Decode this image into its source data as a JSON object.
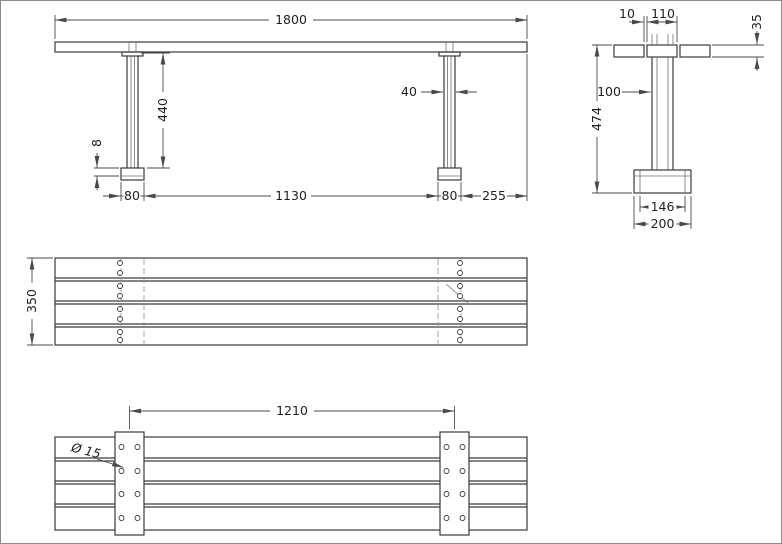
{
  "style": {
    "line_color": "#3a3a3a",
    "background": "#ffffff"
  },
  "drawing": {
    "views": {
      "front": {
        "dims": {
          "total_length": "1800",
          "leg_height": "440",
          "leg_width": "40",
          "foot_plate_thickness": "8",
          "foot_width_left": "80",
          "foot_spacing": "1130",
          "foot_width_right": "80",
          "end_overhang": "255"
        }
      },
      "end": {
        "dims": {
          "slat_gap": "10",
          "slat_width": "110",
          "seat_thickness": "35",
          "leg_depth": "100",
          "overall_height": "474",
          "foot_inner_width": "146",
          "foot_width": "200"
        }
      },
      "plan": {
        "dims": {
          "seat_depth": "350"
        }
      },
      "bottom": {
        "dims": {
          "plate_hole_spacing": "1210",
          "hole_diameter": "Ø 15"
        }
      }
    }
  }
}
